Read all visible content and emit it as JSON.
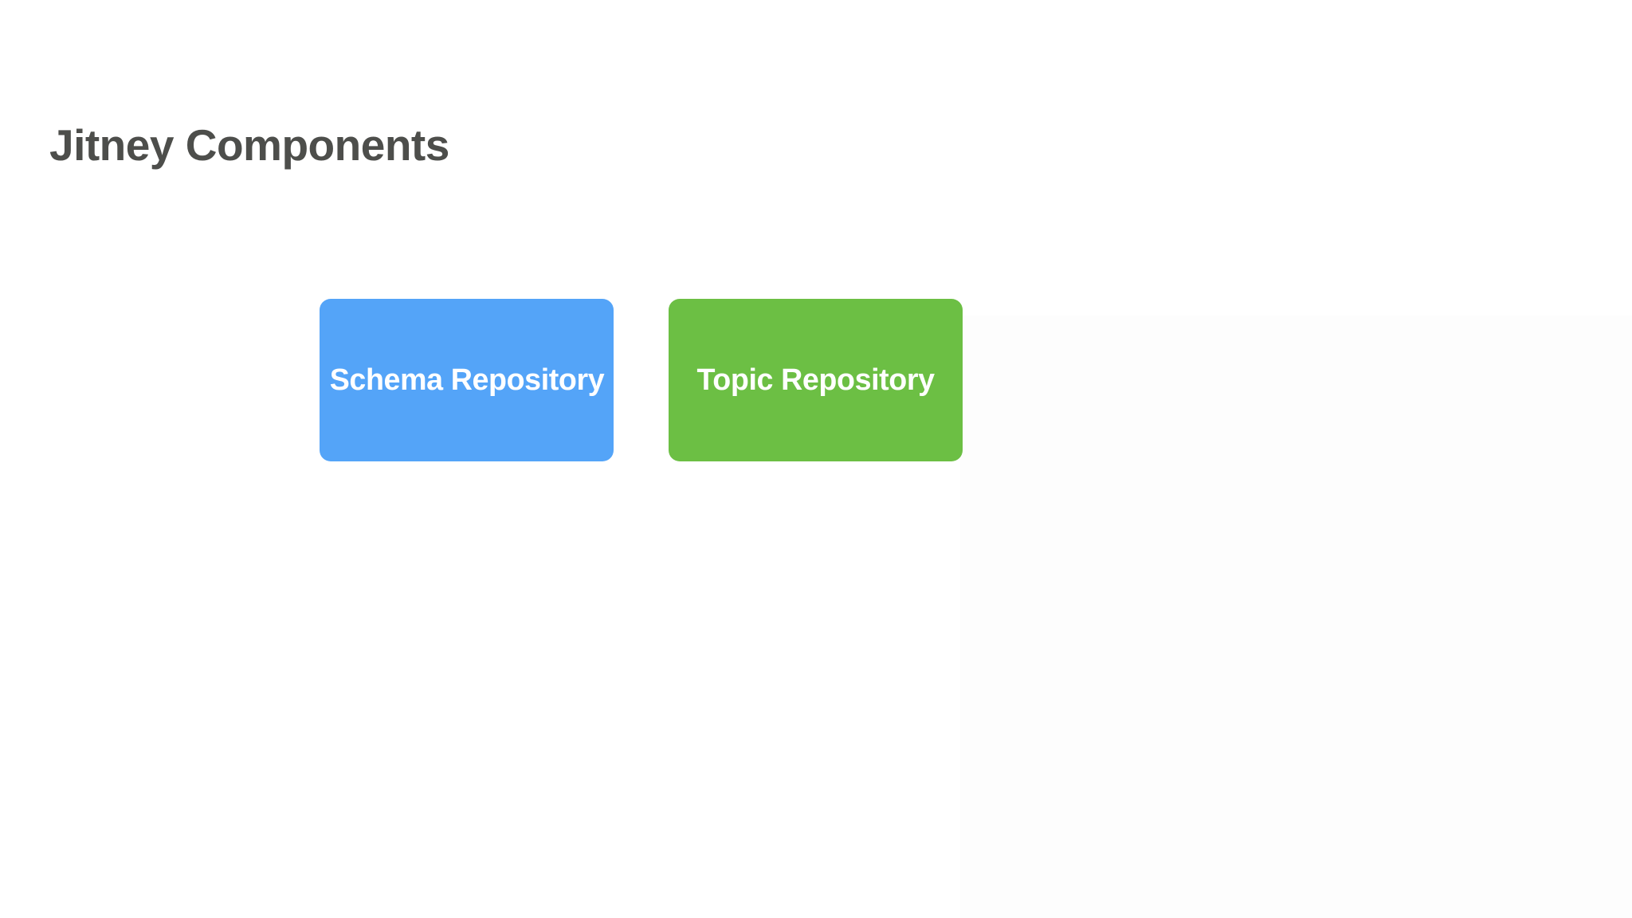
{
  "slide": {
    "background_color": "#ffffff",
    "title": "Jitney Components",
    "title_color": "#4d4e4b"
  },
  "diagram": {
    "type": "node-diagram",
    "nodes": [
      {
        "id": "schema-repository",
        "label": "Schema Repository",
        "fill_color": "#54a4f8",
        "text_color": "#ffffff",
        "shape": "rounded-rectangle"
      },
      {
        "id": "topic-repository",
        "label": "Topic Repository",
        "fill_color": "#6cbf44",
        "text_color": "#ffffff",
        "shape": "rounded-rectangle"
      }
    ]
  }
}
